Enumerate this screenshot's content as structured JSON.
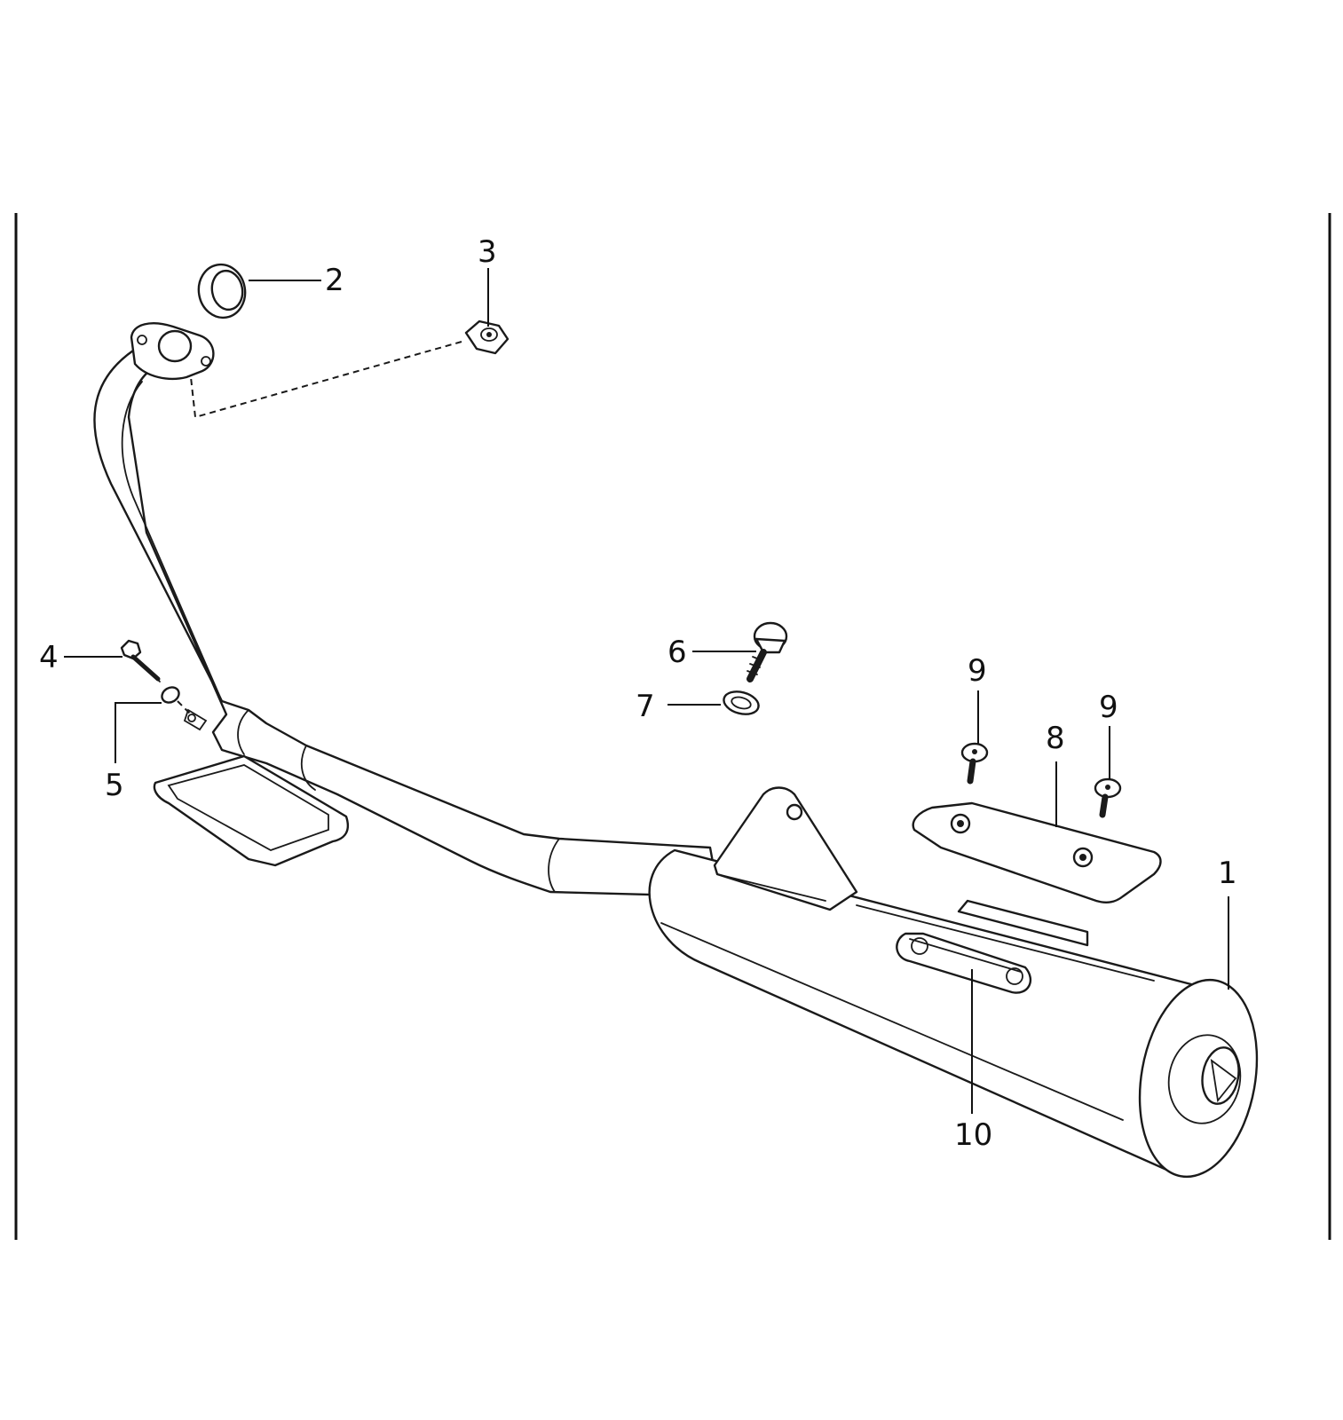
{
  "callouts": {
    "c1": "1",
    "c2": "2",
    "c3": "3",
    "c4": "4",
    "c5": "5",
    "c6": "6",
    "c7": "7",
    "c8": "8",
    "c9a": "9",
    "c9b": "9",
    "c10": "10"
  }
}
